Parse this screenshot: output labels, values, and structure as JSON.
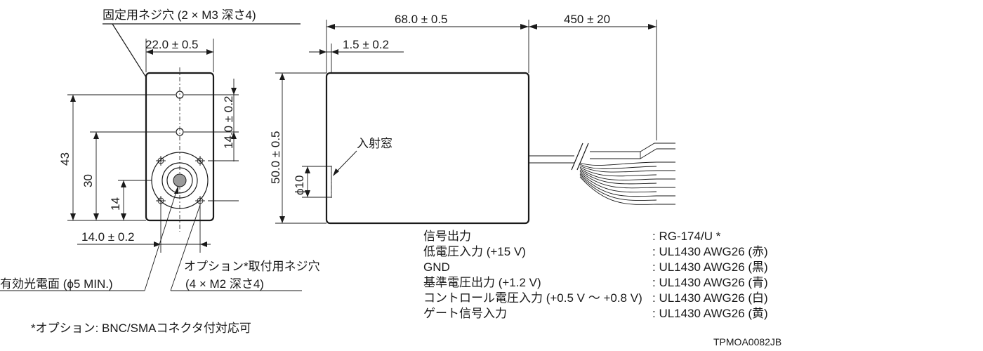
{
  "front_view": {
    "callout_mounting_screw": "固定用ネジ穴 (2 × M3  深さ4)",
    "dim_width": "22.0 ± 0.5",
    "dim_hole_spacing": "14.0 ± 0.2",
    "dim_height_43": "43",
    "dim_height_30": "30",
    "dim_height_14": "14",
    "dim_bottom_spacing": "14.0 ± 0.2",
    "callout_effective_area": "有効光電面 (ϕ5 MIN.)",
    "callout_option_line1": "オプション*取付用ネジ穴",
    "callout_option_line2": "(4 × M2  深さ4)"
  },
  "side_view": {
    "dim_length": "68.0 ± 0.5",
    "dim_cable_length": "450 ± 20",
    "dim_window_offset": "1.5 ± 0.2",
    "dim_height": "50.0 ± 0.5",
    "dim_window_diameter": "ϕ10",
    "callout_window": "入射窓"
  },
  "cable_legend": [
    {
      "signal": "信号出力",
      "cable": ": RG-174/U *"
    },
    {
      "signal": "低電圧入力 (+15 V)",
      "cable": ": UL1430 AWG26 (赤)"
    },
    {
      "signal": "GND",
      "cable": ": UL1430 AWG26 (黒)"
    },
    {
      "signal": "基準電圧出力 (+1.2 V)",
      "cable": ": UL1430 AWG26 (青)"
    },
    {
      "signal": "コントロール電圧入力 (+0.5 V ～ +0.8 V)",
      "cable": ": UL1430 AWG26 (白)"
    },
    {
      "signal": "ゲート信号入力",
      "cable": ": UL1430 AWG26 (黄)"
    }
  ],
  "footnote": "*オプション: BNC/SMAコネクタ付対応可",
  "drawing_id": "TPMOA0082JB"
}
